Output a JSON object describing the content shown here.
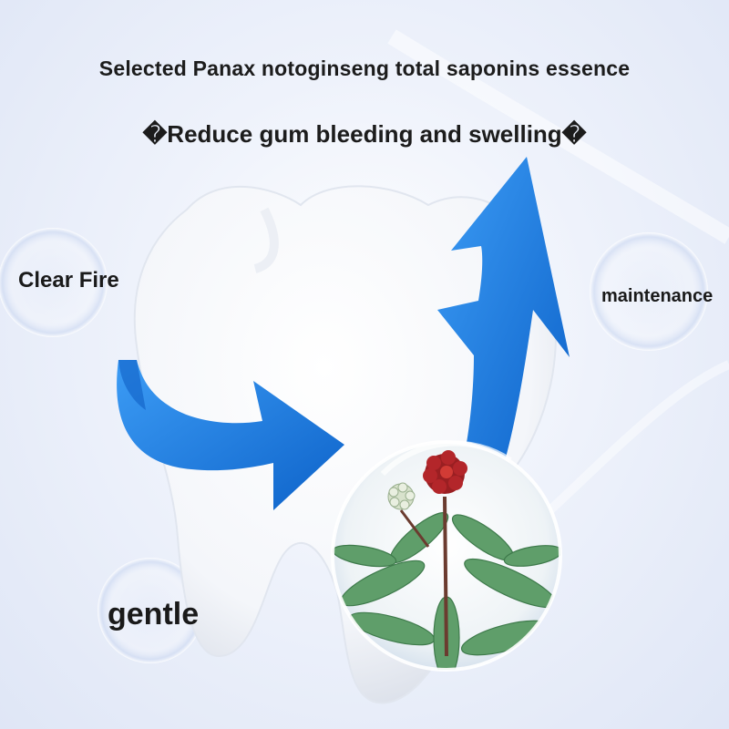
{
  "headline": {
    "line1": "Selected Panax notoginseng total saponins essence",
    "line2": "�Reduce gum bleeding and swelling�"
  },
  "labels": {
    "clear_fire": "Clear Fire",
    "maintenance": "maintenance",
    "gentle": "gentle"
  },
  "colors": {
    "arrow_blue": "#1d7fe6",
    "arrow_dark": "#0f5fc4",
    "tooth": "#ffffff",
    "background": "#e6ecf8"
  },
  "icons": [
    "tooth-image",
    "curved-arrow",
    "up-arrow",
    "bubble",
    "ginseng-plant-bubble"
  ]
}
